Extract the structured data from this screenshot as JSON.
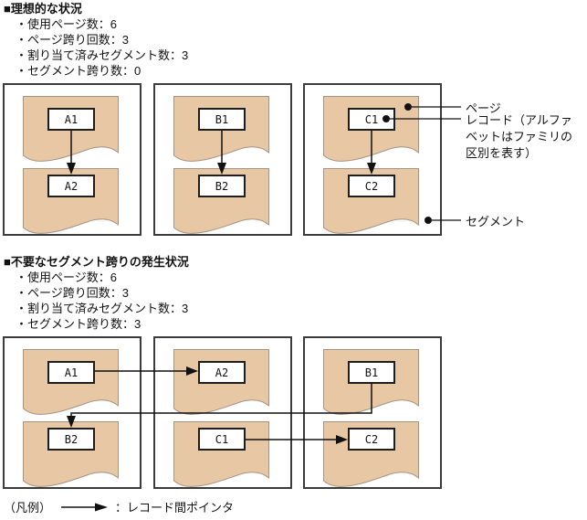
{
  "section_ideal": {
    "heading": "■理想的な状況",
    "bullets": [
      "・使用ページ数：6",
      "・ページ跨り回数：3",
      "・割り当て済みセグメント数：3",
      "・セグメント跨り数：0"
    ]
  },
  "section_bad": {
    "heading": "■不要なセグメント跨りの発生状況",
    "bullets": [
      "・使用ページ数：6",
      "・ページ跨り回数：3",
      "・割り当て済みセグメント数：3",
      "・セグメント跨り数：3"
    ]
  },
  "diagram1": {
    "segments": [
      {
        "pages": [
          {
            "record": "A1"
          },
          {
            "record": "A2"
          }
        ]
      },
      {
        "pages": [
          {
            "record": "B1"
          },
          {
            "record": "B2"
          }
        ]
      },
      {
        "pages": [
          {
            "record": "C1"
          },
          {
            "record": "C2"
          }
        ]
      }
    ],
    "callouts": {
      "page_label": "ページ",
      "record_label_line1": "レコード（アルファ",
      "record_label_line2": "ベットはファミリの",
      "record_label_line3": "区別を表す）",
      "segment_label": "セグメント"
    }
  },
  "diagram2": {
    "segments": [
      {
        "pages": [
          {
            "record": "A1"
          },
          {
            "record": "B2"
          }
        ]
      },
      {
        "pages": [
          {
            "record": "A2"
          },
          {
            "record": "C1"
          }
        ]
      },
      {
        "pages": [
          {
            "record": "B1"
          },
          {
            "record": "C2"
          }
        ]
      }
    ],
    "pointers": [
      "A1→A2",
      "B1→B2",
      "C1→C2"
    ]
  },
  "legend": {
    "prefix": "（凡例）",
    "separator": "：",
    "label": "レコード間ポインタ"
  },
  "colors": {
    "page_fill": "#e8c7a5",
    "page_edge": "#a39484",
    "ink": "#111111",
    "segment_border": "#3c3c3c"
  }
}
